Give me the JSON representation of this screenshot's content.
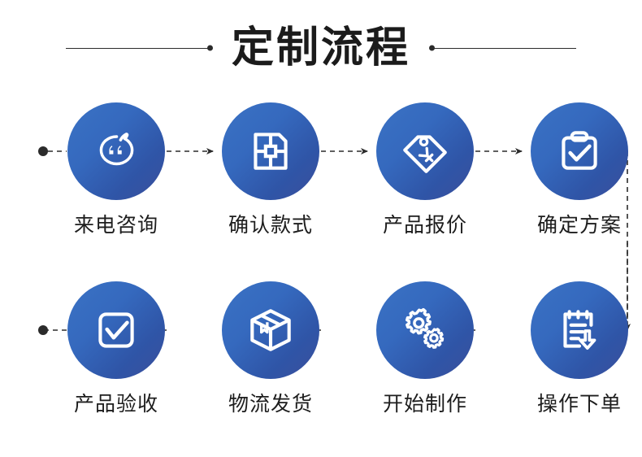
{
  "header": {
    "title": "定制流程",
    "left_rule": "decorative-line",
    "right_rule": "decorative-line"
  },
  "theme": {
    "circle_gradient_start": "#3a72c4",
    "circle_gradient_end": "#3b4f9c",
    "icon_color": "#ffffff",
    "text_color": "#1d1d1d",
    "connector_color": "#2b2b2b",
    "background": "#ffffff"
  },
  "flow": {
    "row1": [
      {
        "step": "1",
        "label": "来电咨询",
        "icon": "speech-bubble-quote-icon"
      },
      {
        "step": "2",
        "label": "确认款式",
        "icon": "blueprint-design-icon"
      },
      {
        "step": "3",
        "label": "产品报价",
        "icon": "price-tag-yuan-icon"
      },
      {
        "step": "4",
        "label": "确定方案",
        "icon": "clipboard-check-icon"
      }
    ],
    "row2": [
      {
        "step": "8",
        "label": "产品验收",
        "icon": "checkbox-check-icon"
      },
      {
        "step": "7",
        "label": "物流发货",
        "icon": "shipping-box-icon"
      },
      {
        "step": "6",
        "label": "开始制作",
        "icon": "gears-icon"
      },
      {
        "step": "5",
        "label": "操作下单",
        "icon": "order-download-icon"
      }
    ],
    "connector_style": "dashed-arrow",
    "row1_direction": "left-to-right",
    "row2_direction": "right-to-left"
  }
}
